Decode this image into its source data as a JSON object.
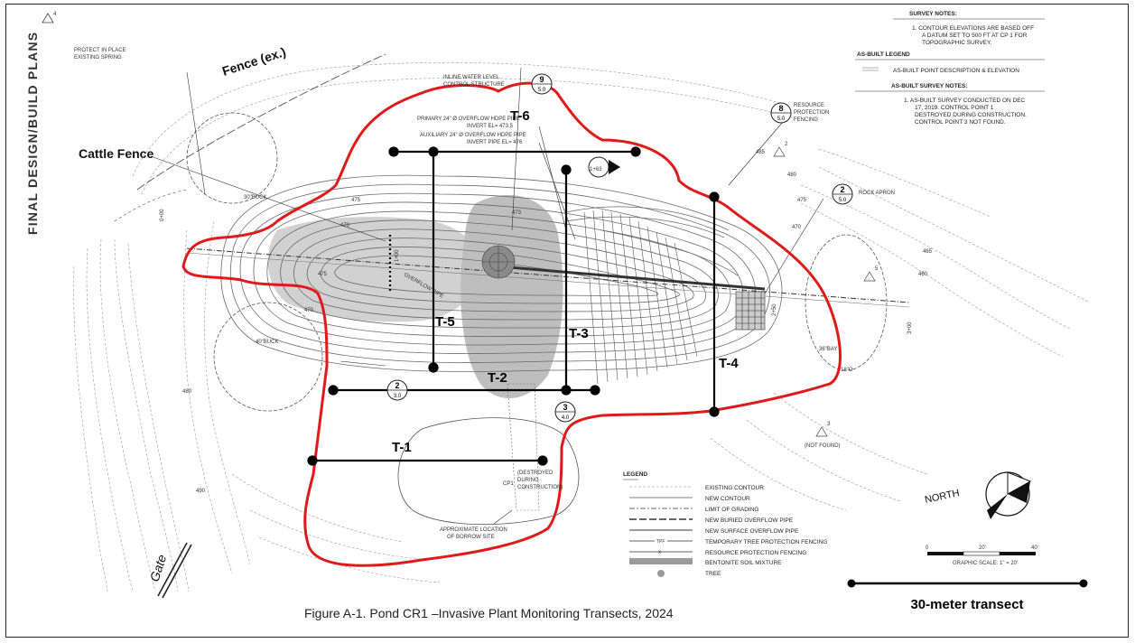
{
  "sheet_title": "FINAL DESIGN/BUILD PLANS",
  "caption": "Figure A-1. Pond CR1 –Invasive Plant Monitoring Transects, 2024",
  "annotations": {
    "fence_ex": "Fence (ex.)",
    "cattle_fence": "Cattle Fence",
    "gate": "Gate"
  },
  "transects": [
    {
      "id": "T-1"
    },
    {
      "id": "T-2"
    },
    {
      "id": "T-3"
    },
    {
      "id": "T-4"
    },
    {
      "id": "T-5"
    },
    {
      "id": "T-6"
    }
  ],
  "scale_bar": {
    "label": "30-meter transect"
  },
  "plan_labels": {
    "protect_spring_1": "PROTECT IN PLACE",
    "protect_spring_2": "EXISTING SPRING",
    "inline_1": "INLINE WATER LEVEL",
    "inline_2": "CONTROL STRUCTURE",
    "primary_pipe_1": "PRIMARY 24\" Ø OVERFLOW HDPE PIPE",
    "primary_pipe_2": "INVERT EL= 473.5",
    "aux_pipe_1": "AUXILIARY 24\" Ø OVERFLOW HDPE PIPE",
    "aux_pipe_2": "INVERT PIPE EL= 476",
    "resource_1": "RESOURCE",
    "resource_2": "PROTECTION",
    "resource_3": "FENCING",
    "rock_apron": "ROCK APRON",
    "borrow_1": "APPROXIMATE LOCATION",
    "borrow_2": "OF BORROW SITE",
    "destroyed_1": "(DESTROYED",
    "destroyed_2": "DURING",
    "destroyed_3": "CONSTRUCTION)",
    "cp1": "CP1",
    "not_found": "(NOT FOUND)",
    "buck_1": "30\"BUCK",
    "buck_2": "40\"BUCK",
    "bay_1": "36\"BAY",
    "bay_2": "18\"O",
    "station_1": "0+00",
    "station_2": "1+00",
    "station_3": "2+50",
    "station_4": "3+00",
    "station_5": "1+63",
    "overflow_pipe_label": "OVERFLOW PIPE"
  },
  "detail_callouts": [
    {
      "num": "9",
      "sheet": "5.0"
    },
    {
      "num": "8",
      "sheet": "5.0"
    },
    {
      "num": "2",
      "sheet": "5.0"
    },
    {
      "num": "2",
      "sheet": "3.0"
    },
    {
      "num": "3",
      "sheet": "4.0"
    }
  ],
  "contour_labels": [
    "475",
    "470",
    "465",
    "460",
    "473",
    "485",
    "480",
    "470",
    "475",
    "480",
    "490",
    "470",
    "475"
  ],
  "control_points": [
    "2",
    "3",
    "4",
    "5"
  ],
  "survey_notes": {
    "title": "SURVEY NOTES:",
    "n1_1": "1.   CONTOUR ELEVATIONS ARE BASED OFF",
    "n1_2": "A DATUM SET TO 500 FT AT CP 1 FOR",
    "n1_3": "TOPOGRAPHIC SURVEY.",
    "asbuilt_legend": "AS-BUILT LEGEND",
    "asbuilt_point": "AS-BUILT POINT DESCRIPTION & ELEVATION",
    "asbuilt_survey": "AS-BUILT SURVEY NOTES:",
    "a1_1": "1.   AS-BUILT SURVEY CONDUCTED ON DEC",
    "a1_2": "17, 2019. CONTROL POINT 1",
    "a1_3": "DESTROYED DURING CONSTRUCTION.",
    "a1_4": "CONTROL POINT 3 NOT FOUND."
  },
  "legend": {
    "title": "LEGEND",
    "items": [
      "EXISTING CONTOUR",
      "NEW CONTOUR",
      "LIMIT OF GRADING",
      "NEW BURIED OVERFLOW PIPE",
      "NEW SURFACE OVERFLOW PIPE",
      "TEMPORARY TREE PROTECTION FENCING",
      "RESOURCE PROTECTION FENCING",
      "BENTONITE SOIL MIXTURE",
      "TREE"
    ],
    "tpf": "TPF"
  },
  "north": {
    "label": "NORTH"
  },
  "graphic_scale": {
    "t0": "0",
    "t1": "20'",
    "t2": "40'",
    "label": "GRAPHIC SCALE: 1\" = 20'"
  },
  "colors": {
    "boundary": "#e0191b",
    "transect": "#000000",
    "bentonite": "#a8a8a8"
  }
}
